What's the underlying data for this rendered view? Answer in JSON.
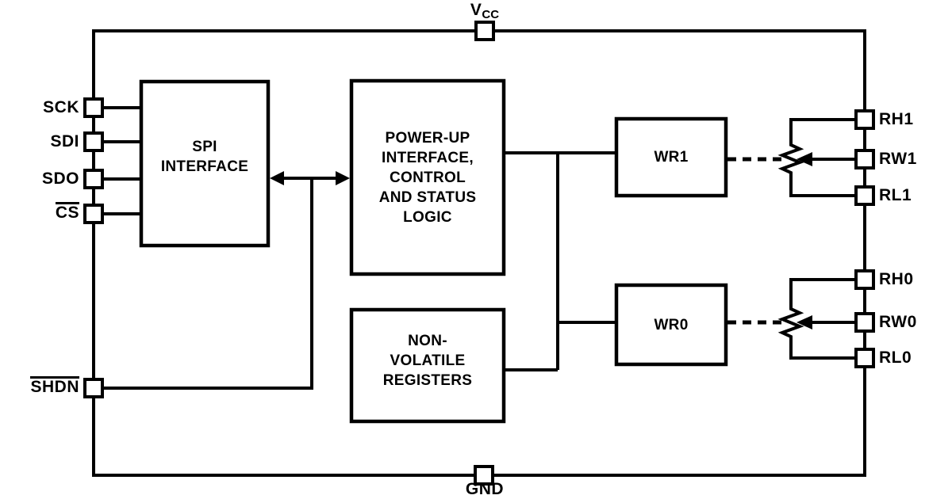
{
  "diagram": {
    "type": "ic-functional-block-diagram",
    "colors": {
      "ink": "#000000",
      "background": "#ffffff"
    }
  },
  "pins": {
    "vcc": {
      "base": "V",
      "sub": "CC"
    },
    "gnd": "GND",
    "left": [
      {
        "label": "SCK",
        "overline": false
      },
      {
        "label": "SDI",
        "overline": false
      },
      {
        "label": "SDO",
        "overline": false
      },
      {
        "label": "CS",
        "overline": true
      },
      {
        "label": "SHDN",
        "overline": true
      }
    ],
    "right": [
      {
        "label": "RH1"
      },
      {
        "label": "RW1"
      },
      {
        "label": "RL1"
      },
      {
        "label": "RH0"
      },
      {
        "label": "RW0"
      },
      {
        "label": "RL0"
      }
    ]
  },
  "blocks": {
    "spi": {
      "lines": [
        "SPI",
        "INTERFACE"
      ]
    },
    "power_up": {
      "lines": [
        "POWER-UP",
        "INTERFACE,",
        "CONTROL",
        "AND STATUS",
        "LOGIC"
      ]
    },
    "nonvolatile": {
      "lines": [
        "NON-",
        "VOLATILE",
        "REGISTERS"
      ]
    },
    "wr1": {
      "label": "WR1"
    },
    "wr0": {
      "label": "WR0"
    }
  }
}
